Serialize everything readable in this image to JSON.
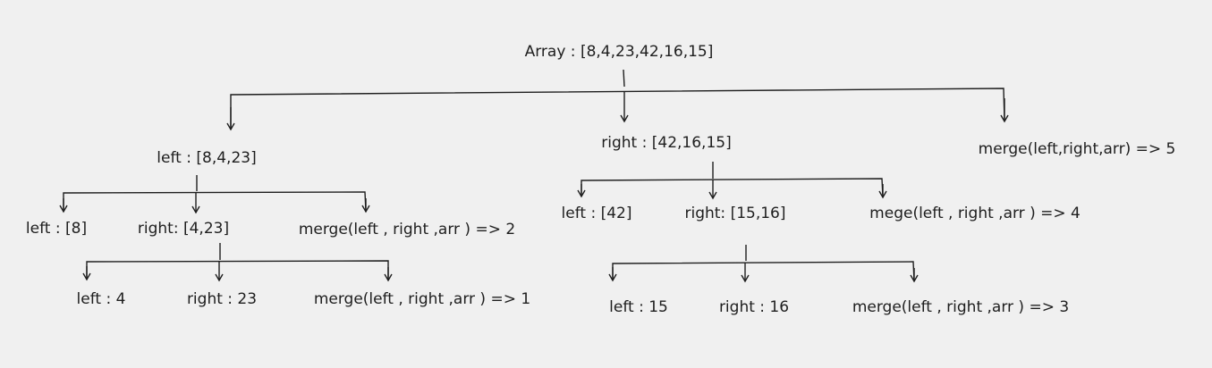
{
  "colors": {
    "background": "#f0f0f0",
    "ink": "#1e1e1e"
  },
  "root": {
    "text": "Array : [8,4,23,42,16,15]"
  },
  "level1": {
    "left": "left : [8,4,23]",
    "right": "right : [42,16,15]",
    "merge": "merge(left,right,arr) => 5"
  },
  "left_branch": {
    "left": "left : [8]",
    "right": "right: [4,23]",
    "merge": "merge(left , right ,arr ) => 2",
    "sub": {
      "left": "left : 4",
      "right": "right : 23",
      "merge": "merge(left , right ,arr ) => 1"
    }
  },
  "right_branch": {
    "left": "left : [42]",
    "right": "right: [15,16]",
    "merge": "mege(left , right ,arr ) => 4",
    "sub": {
      "left": "left : 15",
      "right": "right : 16",
      "merge": "merge(left , right ,arr ) => 3"
    }
  }
}
